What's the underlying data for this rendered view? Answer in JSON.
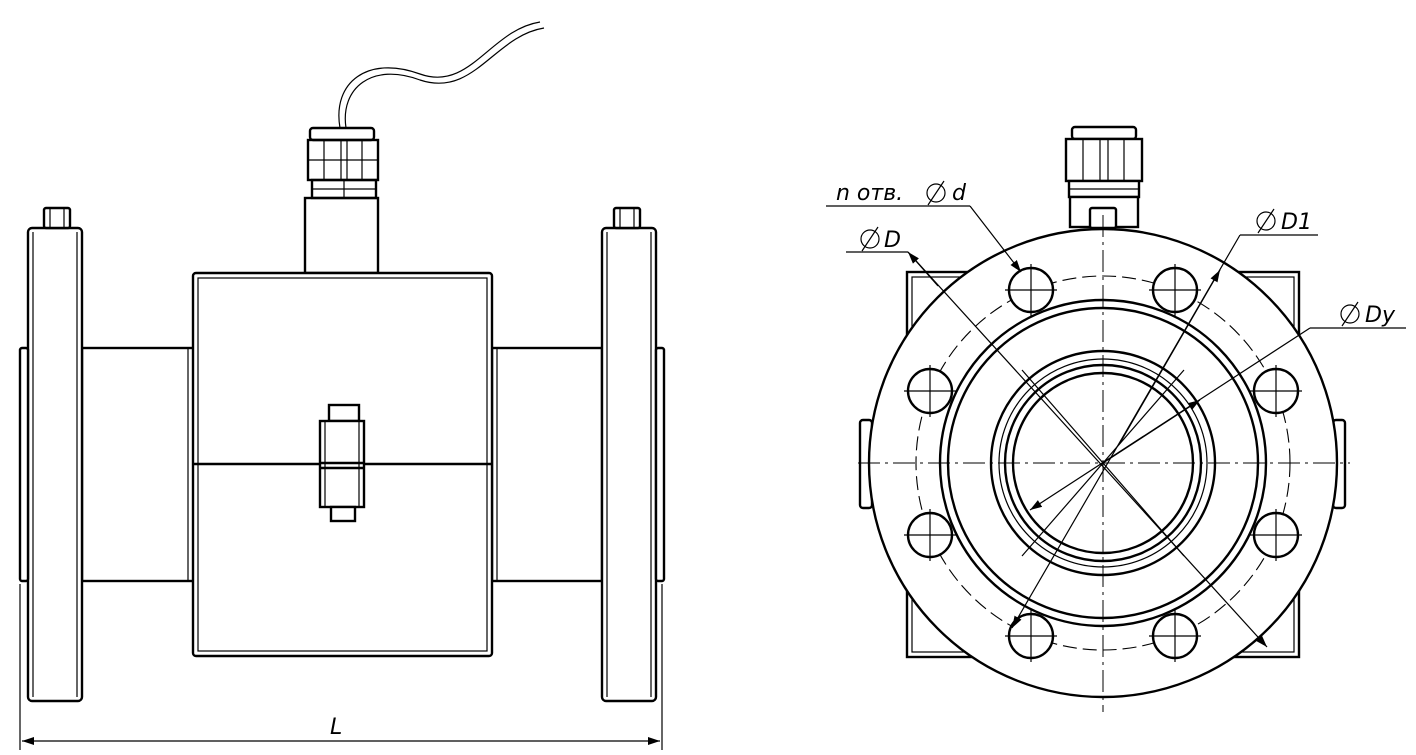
{
  "side_view": {
    "length_label": "L"
  },
  "front_view": {
    "holes_label": "n отв.",
    "hole_diameter_label": "d",
    "outer_diameter_label": "D",
    "bolt_circle_label": "D1",
    "nominal_diameter_label": "Dy",
    "diameter_symbol": "diameter-symbol-icon"
  },
  "colors": {
    "line": "#000000",
    "background": "#ffffff"
  }
}
